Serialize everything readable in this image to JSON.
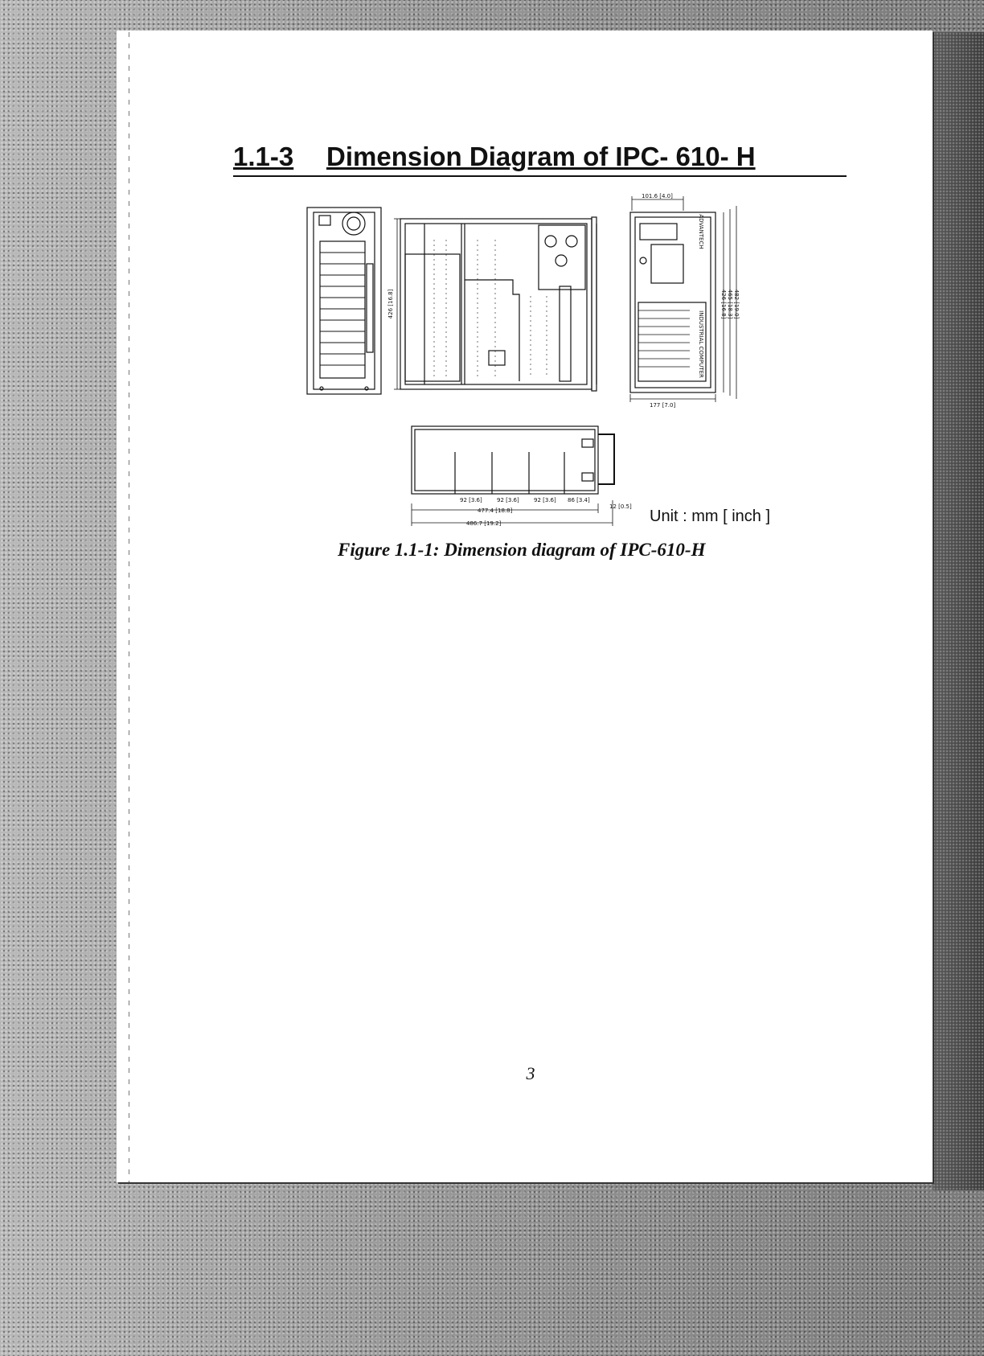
{
  "section": {
    "number": "1.1-3",
    "title": "Dimension Diagram of IPC- 610- H"
  },
  "figure": {
    "dimensions": {
      "top_depth": "101.6 [4.0]",
      "side_height": "426 [16.8]",
      "front_h1": "426 [16.8]",
      "front_h2": "465 [18.3]",
      "front_h3": "482 [19.0]",
      "front_width": "177 [7.0]",
      "bay_1": "92 [3.6]",
      "bay_2": "92 [3.6]",
      "bay_3": "92 [3.6]",
      "bay_4": "86 [3.4]",
      "handle": "12 [0.5]",
      "length_inner": "477.4 [18.8]",
      "length_outer": "486.7 [19.2]"
    },
    "front_brand": "ADVANTECH",
    "front_label": "INDUSTRIAL COMPUTER",
    "unit": "Unit : mm [ inch ]",
    "caption": "Figure 1.1-1: Dimension diagram of IPC-610-H"
  },
  "page_number": "3"
}
